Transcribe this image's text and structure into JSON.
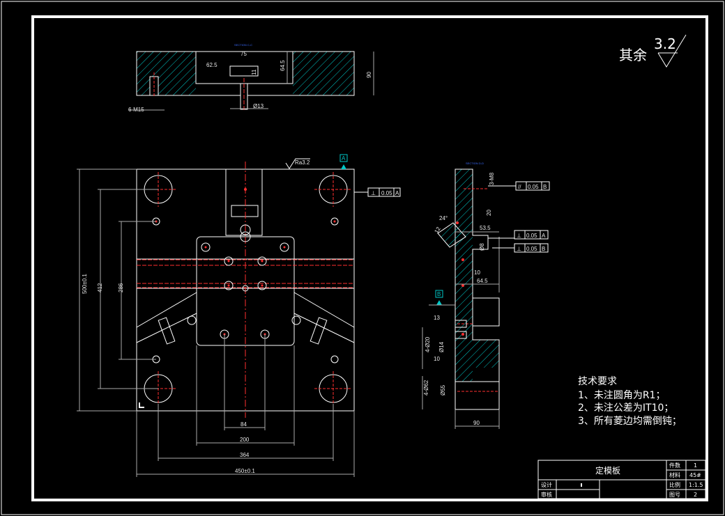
{
  "roughness": {
    "label": "其余",
    "value": "3.2",
    "surface_mark": "Ra3.2"
  },
  "datums": {
    "a": "A",
    "b": "B"
  },
  "section_labels": {
    "top": "SECTION C-C",
    "side": "SECTION D-D"
  },
  "top_view_dims": {
    "d75": "75",
    "d62_5": "62.5",
    "d11": "11",
    "d64_5": "64.5",
    "d90": "90",
    "thread": "6-M15",
    "bore": "Ø13"
  },
  "main_view_dims": {
    "h500": "500±0.1",
    "h412": "412",
    "h286": "286",
    "w84": "84",
    "w200": "200",
    "w364": "364",
    "w450": "450±0.1"
  },
  "tolerance_frames": {
    "perp_a": {
      "symbol": "⊥",
      "value": "0.05",
      "datum": "A"
    },
    "par_b": {
      "symbol": "//",
      "value": "0.05",
      "datum": "B"
    },
    "perp_a2": {
      "symbol": "⊥",
      "value": "0.05",
      "datum": "A"
    },
    "perp_b": {
      "symbol": "⊥",
      "value": "0.05",
      "datum": "B"
    }
  },
  "side_view_dims": {
    "m8": "3-M8",
    "d24deg": "24°",
    "d20": "20",
    "d53_5": "53.5",
    "d12": "12",
    "d8": "Ø8",
    "d10": "10",
    "d64_5": "64.5",
    "d13": "13",
    "d4phi20": "4-Ø20",
    "d14": "Ø14",
    "d10b": "10",
    "d4phi62": "4-Ø62",
    "d55": "Ø55",
    "d90": "90"
  },
  "tech_notes": {
    "title": "技术要求",
    "items": [
      "1、未注圆角为R1；",
      "2、未注公差为IT10；",
      "3、所有菱边均需倒钝；"
    ]
  },
  "title_block": {
    "part_name": "定模板",
    "count_label": "件数",
    "count_value": "1",
    "material_label": "材料",
    "material_value": "45#",
    "scale_label": "比例",
    "scale_value": "1:1.5",
    "drawing_label": "图号",
    "drawing_value": "2",
    "designer_label": "设计",
    "checker_label": "审核"
  }
}
